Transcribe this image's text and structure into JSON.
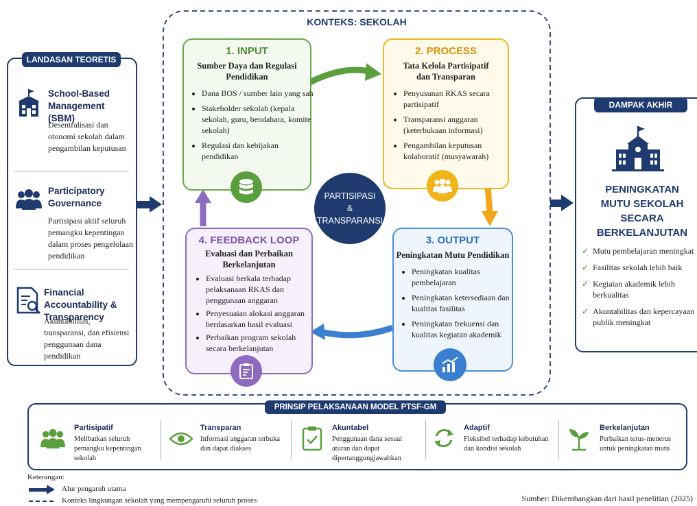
{
  "context_label": "KONTEKS: SEKOLAH",
  "landasan": {
    "header": "LANDASAN TEORETIS",
    "items": [
      {
        "icon": "school-icon",
        "title": "School-Based Management (SBM)",
        "desc": "Desentralisasi dan otonomi sekolah dalam pengambilan keputusan"
      },
      {
        "icon": "people-icon",
        "title": "Participatory Governance",
        "desc": "Partisipasi aktif seluruh pemangku kepentingan dalam proses pengelolaan pendidikan"
      },
      {
        "icon": "document-search-icon",
        "title": "Financial Accountability & Transparency",
        "desc": "Akuntabilitas, transparansi, dan efisiensi penggunaan dana pendidikan"
      }
    ]
  },
  "input": {
    "title": "1. INPUT",
    "subtitle": "Sumber Daya dan Regulasi Pendidikan",
    "bullets": [
      "Dana BOS / sumber lain yang sah",
      "Stakeholder sekolah (kepala sekolah, guru, bendahara, komite sekolah)",
      "Regulasi dan kebijakan pendidikan"
    ],
    "color": "#6aa84f"
  },
  "process": {
    "title": "2. PROCESS",
    "subtitle": "Tata Kelola Partisipatif dan Transparan",
    "bullets": [
      "Penyusunan RKAS secara partisipatif",
      "Transparansi anggaran (keterbukaan informasi)",
      "Pengambilan keputusan kolaboratif (musyawarah)"
    ],
    "color": "#f1b51c"
  },
  "output": {
    "title": "3. OUTPUT",
    "subtitle": "Peningkatan Mutu Pendidikan",
    "bullets": [
      "Peningkatan kualitas pembelajaran",
      "Peningkatan ketersediaan dan kualitas fasilitas",
      "Peningkatan frekuensi dan kualitas kegiatan akademik"
    ],
    "color": "#4a8fd6"
  },
  "feedback": {
    "title": "4. FEEDBACK LOOP",
    "subtitle": "Evaluasi dan Perbaikan Berkelanjutan",
    "bullets": [
      "Evaluasi berkala terhadap pelaksanaan RKAS dan penggunaan anggaran",
      "Penyesuaian alokasi anggaran berdasarkan hasil evaluasi",
      "Perbaikan program sekolah secara berkelanjutan"
    ],
    "color": "#8e6bbf"
  },
  "center": {
    "line1": "PARTISIPASI",
    "line2": "&",
    "line3": "TRANSPARANSI"
  },
  "dampak": {
    "header": "DAMPAK AKHIR",
    "title_lines": [
      "PENINGKATAN",
      "MUTU SEKOLAH",
      "SECARA",
      "BERKELANJUTAN"
    ],
    "items": [
      "Mutu pembelajaran meningkat",
      "Fasilitas sekolah lebih baik",
      "Kegiatan akademik lebih berkualitas",
      "Akuntabilitas dan kepercayaan publik meningkat"
    ]
  },
  "prinsip": {
    "header": "PRINSIP PELAKSANAAN MODEL PTSF-GM",
    "items": [
      {
        "icon": "people-icon",
        "title": "Partisipatif",
        "desc": "Melibatkan seluruh pemangku kepentingan sekolah"
      },
      {
        "icon": "eye-icon",
        "title": "Transparan",
        "desc": "Informasi anggaran terbuka dan dapat diakses"
      },
      {
        "icon": "clipboard-check-icon",
        "title": "Akuntabel",
        "desc": "Penggunaan dana sesuai aturan dan dapat dipertanggungjawabkan"
      },
      {
        "icon": "refresh-icon",
        "title": "Adaptif",
        "desc": "Fleksibel terhadap kebutuhan dan kondisi sekolah"
      },
      {
        "icon": "sprout-icon",
        "title": "Berkelanjutan",
        "desc": "Perbaikan terus-menerus untuk peningkatan mutu"
      }
    ]
  },
  "legend": {
    "title": "Keterangan:",
    "arrow": "Alur pengaruh utama",
    "dashed": "Konteks lingkungan sekolah yang mempengaruhi seluruh proses"
  },
  "source": "Sumber: Dikembangkan dari hasil penelitian (2025)"
}
